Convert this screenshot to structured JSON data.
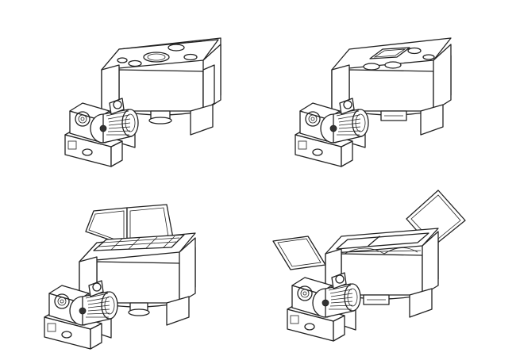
{
  "figure": {
    "background": "#ffffff",
    "stroke_color": "#222222",
    "panels": [
      {
        "id": "closed-lid-round-ports",
        "lid_state": "closed",
        "top_feature": "round-ports",
        "outlet": "round"
      },
      {
        "id": "closed-lid-hatch",
        "lid_state": "closed",
        "top_feature": "rectangular-hatch",
        "outlet": "flat"
      },
      {
        "id": "lids-open-with-grid",
        "lid_state": "open",
        "top_feature": "safety-grid",
        "outlet": "round"
      },
      {
        "id": "lids-fully-open",
        "lid_state": "open-wide",
        "top_feature": "ribbon-agitator",
        "outlet": "flat"
      }
    ]
  }
}
